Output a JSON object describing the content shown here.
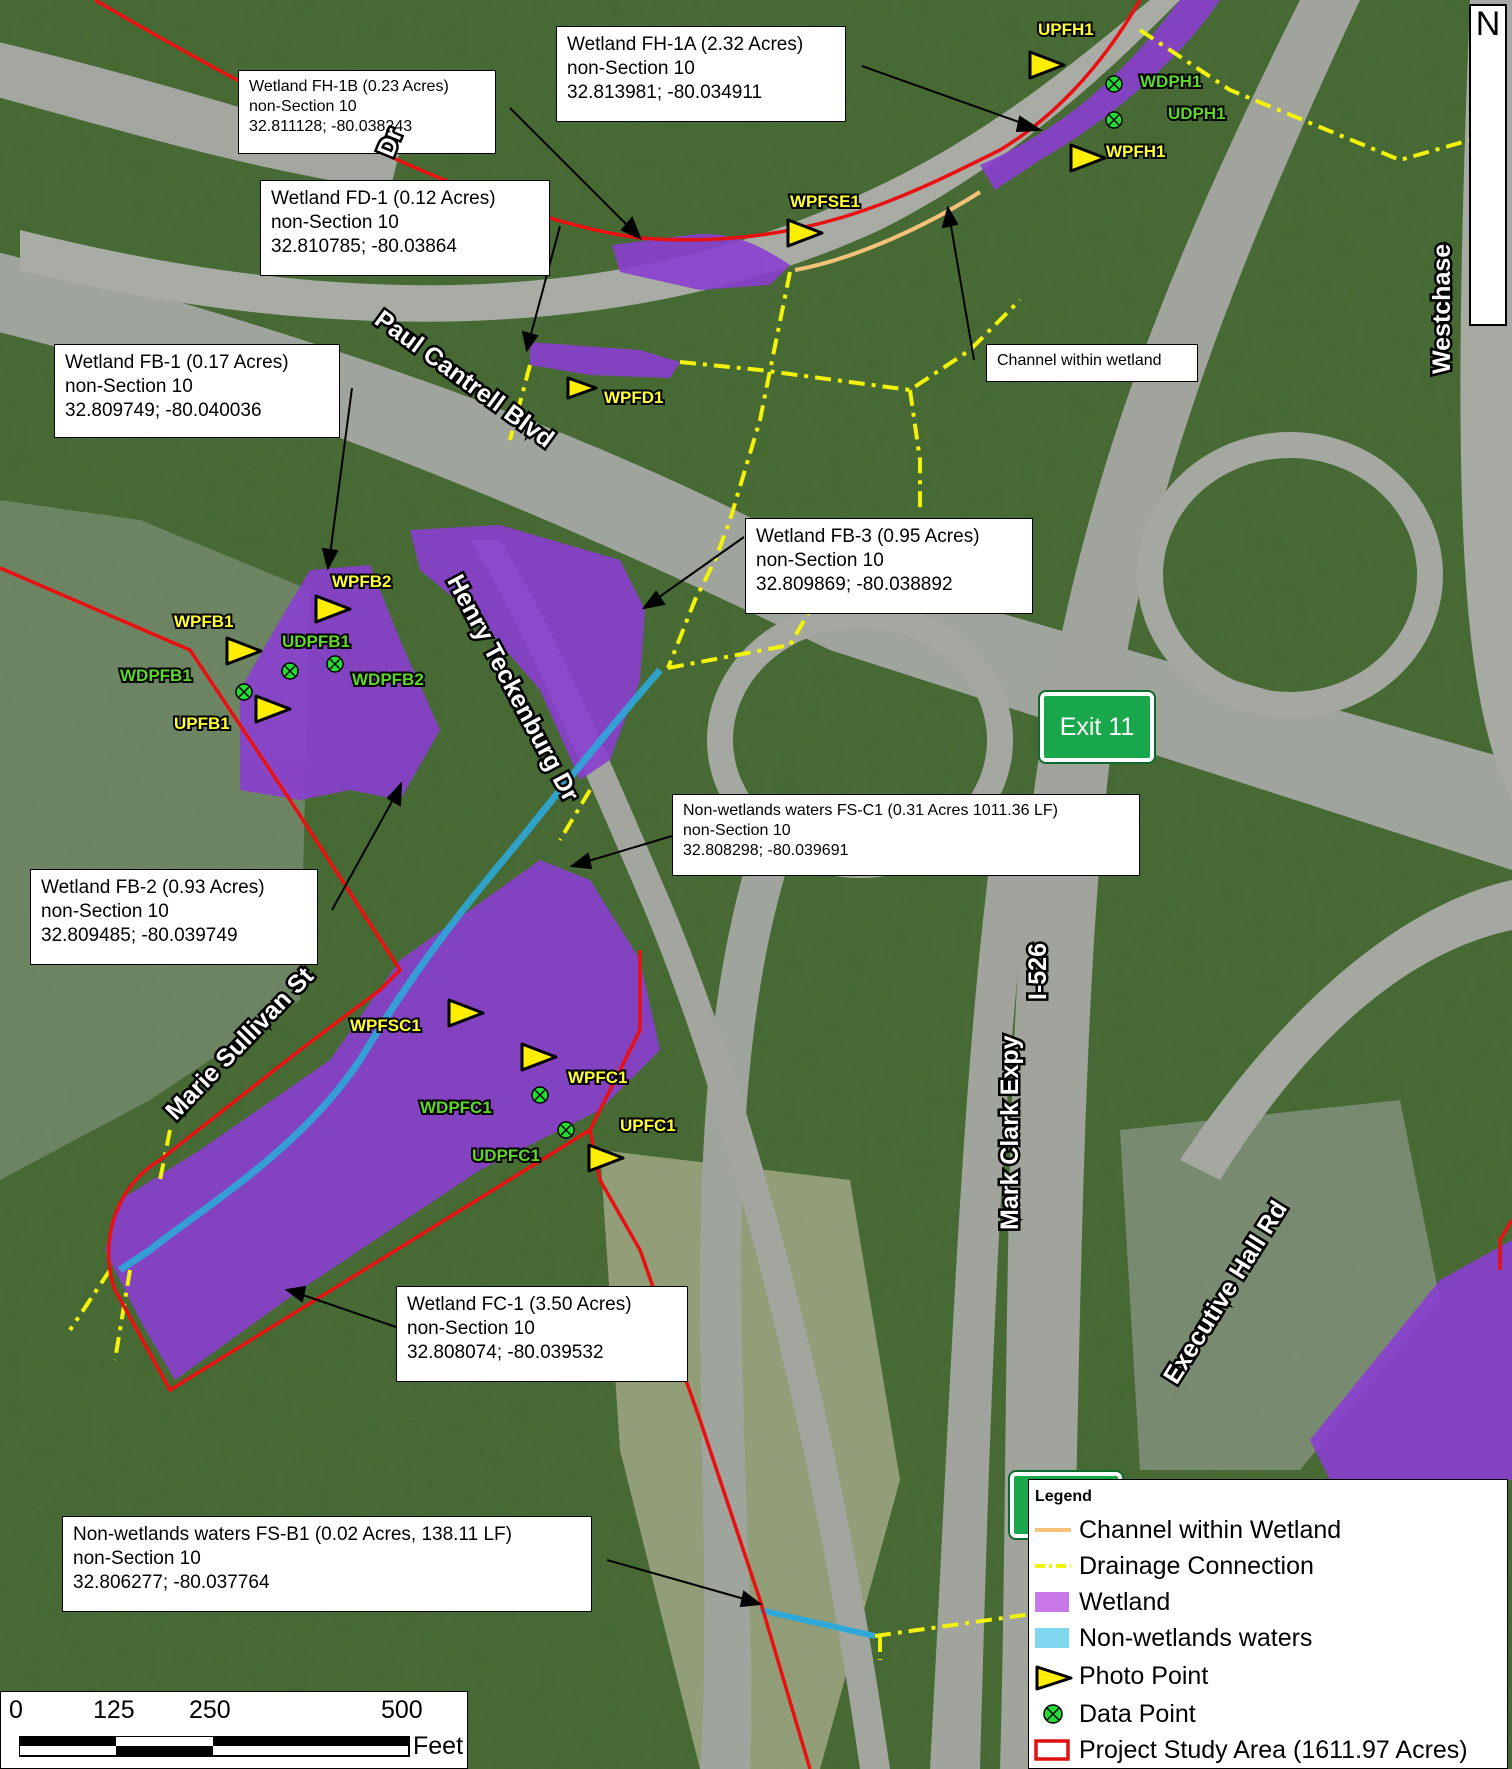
{
  "callouts": {
    "fh1a": {
      "line1": "Wetland FH-1A (2.32 Acres)",
      "line2": "non-Section 10",
      "line3": "32.813981; -80.034911"
    },
    "fh1b": {
      "line1": "Wetland FH-1B (0.23 Acres)",
      "line2": "non-Section 10",
      "line3": "32.811128; -80.038243"
    },
    "fd1": {
      "line1": "Wetland FD-1 (0.12 Acres)",
      "line2": "non-Section 10",
      "line3": "32.810785; -80.03864"
    },
    "fb1": {
      "line1": "Wetland FB-1 (0.17 Acres)",
      "line2": "non-Section 10",
      "line3": "32.809749; -80.040036"
    },
    "fb3": {
      "line1": "Wetland FB-3 (0.95 Acres)",
      "line2": "non-Section 10",
      "line3": "32.809869; -80.038892"
    },
    "fsc1": {
      "line1": "Non-wetlands waters FS-C1 (0.31 Acres 1011.36 LF)",
      "line2": "non-Section 10",
      "line3": "32.808298;  -80.039691"
    },
    "fb2": {
      "line1": "Wetland FB-2 (0.93 Acres)",
      "line2": "non-Section 10",
      "line3": "32.809485; -80.039749"
    },
    "fc1": {
      "line1": "Wetland FC-1 (3.50 Acres)",
      "line2": "non-Section 10",
      "line3": "32.808074; -80.039532"
    },
    "fsb1": {
      "line1": "Non-wetlands waters FS-B1 (0.02 Acres, 138.11 LF)",
      "line2": "non-Section 10",
      "line3": "32.806277; -80.037764"
    },
    "channel": {
      "line1": "Channel within wetland"
    }
  },
  "roads": {
    "paul_cantrell": "Paul Cantrell Blvd",
    "henry": "Henry Teckenburg Dr",
    "marie": "Marie Sullivan St",
    "mark_clark": "Mark Clark Expy",
    "i526": "I-526",
    "executive": "Executive Hall Rd",
    "westchase": "Westchase",
    "top_partial": "Dr"
  },
  "photo_points": {
    "upfh1": "UPFH1",
    "wpfh1": "WPFH1",
    "wpfse1": "WPFSE1",
    "wpfd1": "WPFD1",
    "wpfb2": "WPFB2",
    "wpfb1": "WPFB1",
    "upfb1": "UPFB1",
    "wpfsc1": "WPFSC1",
    "wpfc1": "WPFC1",
    "upfc1": "UPFC1"
  },
  "data_points": {
    "wdph1": "WDPH1",
    "udph1": "UDPH1",
    "udpfb1": "UDPFB1",
    "wdpfb1": "WDPFB1",
    "wdpfb2": "WDPFB2",
    "wdpfc1": "WDPFC1",
    "udpfc1": "UDPFC1"
  },
  "exit_sign": "Exit 11",
  "north_label": "N",
  "legend": {
    "title": "Legend",
    "items": [
      {
        "label": "Channel within Wetland",
        "color": "#f5c27a"
      },
      {
        "label": "Drainage Connection",
        "color": "#f2f20a"
      },
      {
        "label": "Wetland",
        "color": "#c878e8"
      },
      {
        "label": "Non-wetlands waters",
        "color": "#7fd8f0"
      },
      {
        "label": "Photo Point",
        "color": "#ffee00"
      },
      {
        "label": "Data Point",
        "color": "#22dd33"
      },
      {
        "label": "Project Study Area (1611.97 Acres)",
        "color": "#e01010"
      }
    ]
  },
  "scale": {
    "ticks": [
      "0",
      "125",
      "250",
      "500"
    ],
    "unit": "Feet"
  },
  "colors": {
    "wetland": "#8a3fd0",
    "water": "#2ea8d8",
    "study_area": "#e81010",
    "drainage": "#f2f20a",
    "channel": "#f5c27a"
  }
}
